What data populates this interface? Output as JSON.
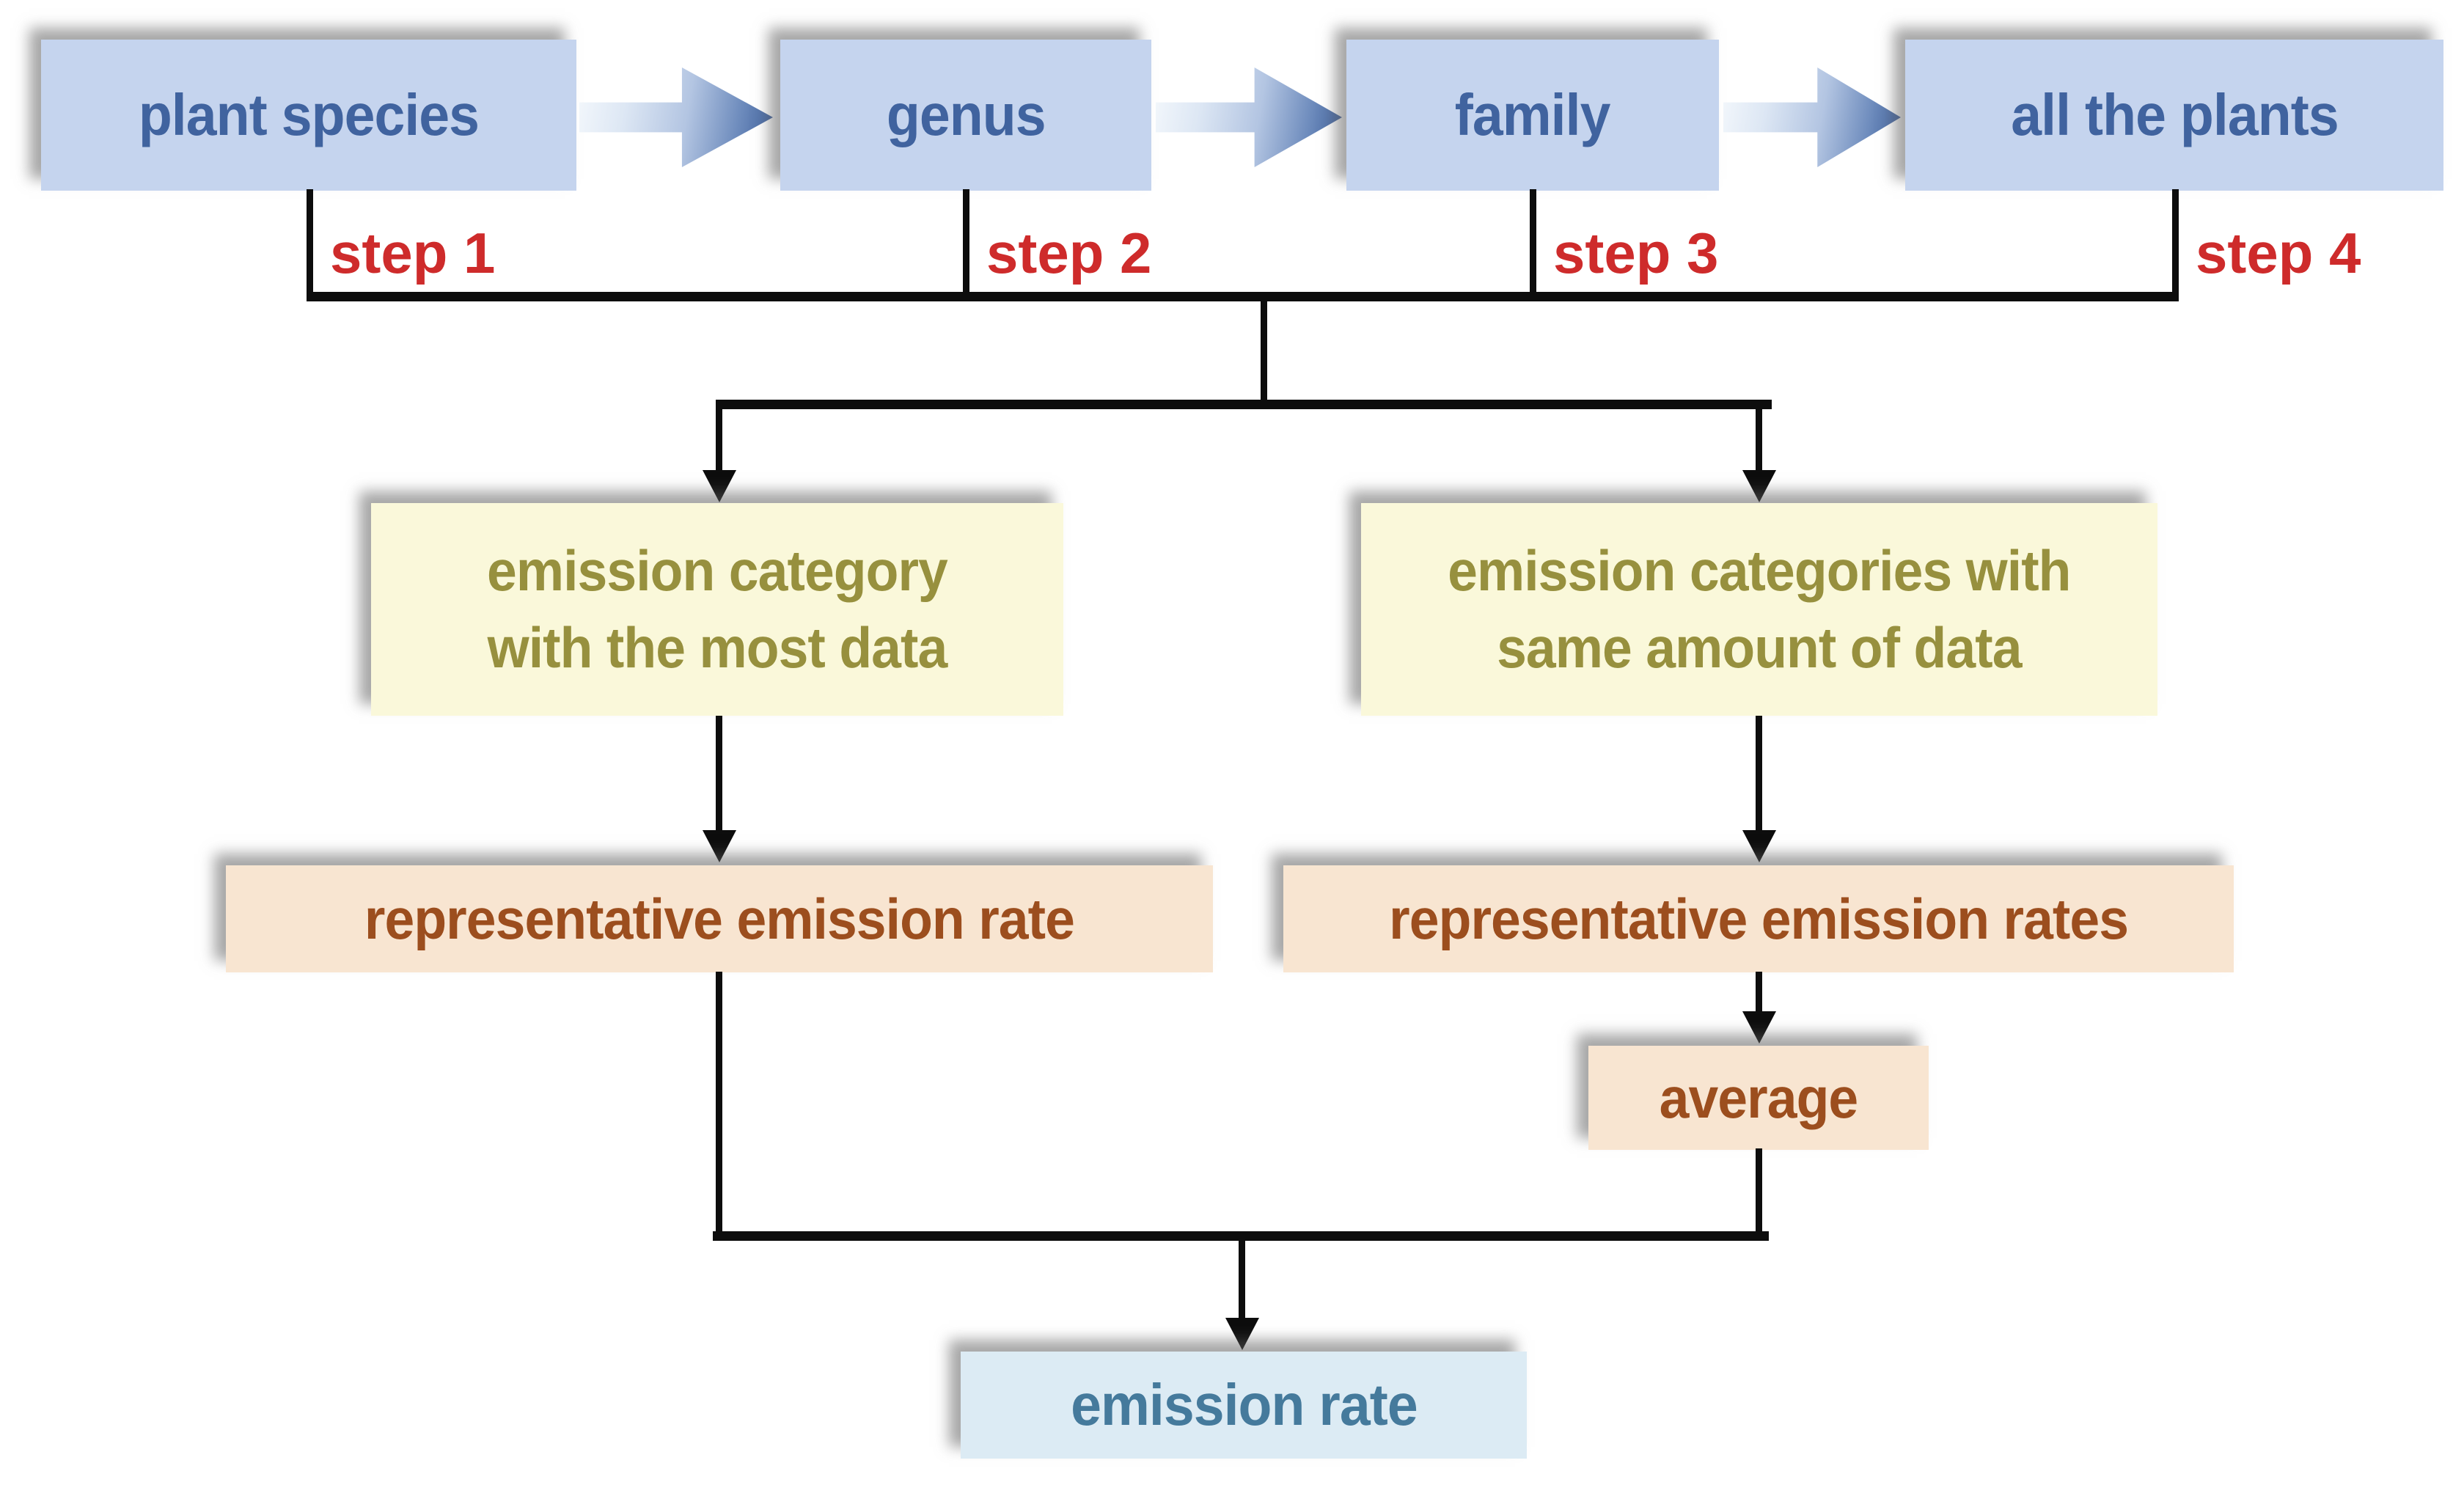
{
  "flowchart": {
    "top_nodes": [
      {
        "label": "plant species"
      },
      {
        "label": "genus"
      },
      {
        "label": "family"
      },
      {
        "label": "all the plants"
      }
    ],
    "step_labels": [
      "step 1",
      "step 2",
      "step 3",
      "step 4"
    ],
    "left_branch": {
      "category_line1": "emission category",
      "category_line2": "with the most data",
      "result": "representative emission rate"
    },
    "right_branch": {
      "category_line1": "emission categories with",
      "category_line2": "same amount of data",
      "result": "representative emission rates",
      "operation": "average"
    },
    "final_node": {
      "label": "emission rate"
    }
  },
  "colors": {
    "node_fill_blue": "#c5d4ee",
    "node_text_blue": "#40639f",
    "step_text_red": "#ce2b2b",
    "category_fill_yellow": "#faf8da",
    "category_text_olive": "#97903e",
    "rate_fill_peach": "#f8e5d1",
    "rate_text_brown": "#9c4e1e",
    "final_fill_lightblue": "#dcebf4",
    "final_text_steelblue": "#457a9c",
    "connector_black": "#0d0d0d",
    "arrow_gradient_start": "#f4f8fc",
    "arrow_gradient_end": "#3c5e9b"
  }
}
